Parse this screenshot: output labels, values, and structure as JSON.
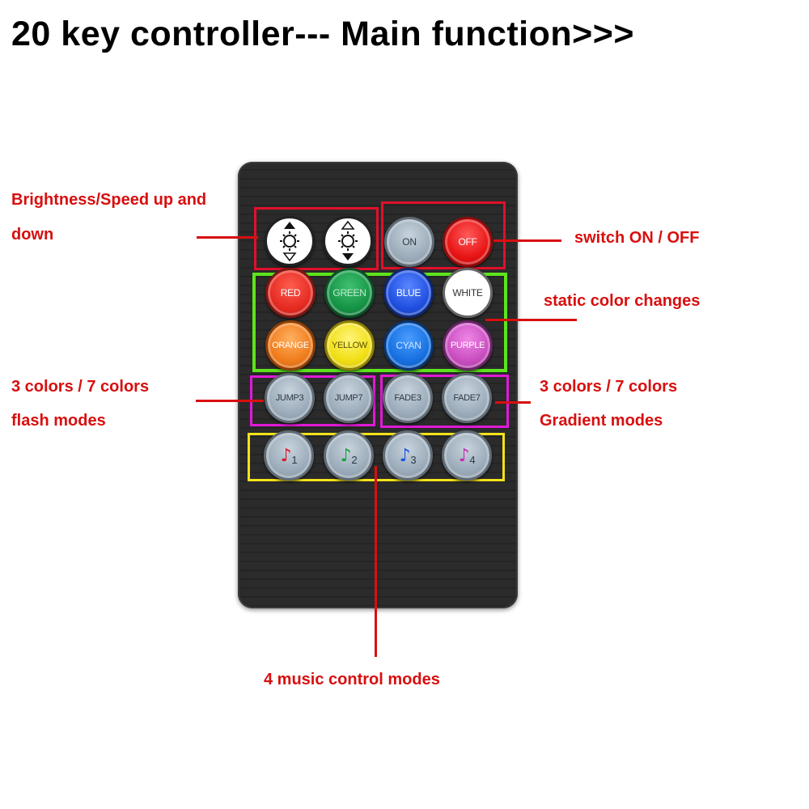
{
  "title": "20 key controller--- Main function>>>",
  "annotations": {
    "brightness_line1": "Brightness/Speed up and",
    "brightness_line2": "down",
    "switch": "switch ON / OFF",
    "static": "static color changes",
    "flash_line1": "3 colors / 7 colors",
    "flash_line2": "flash modes",
    "gradient_line1": "3 colors / 7 colors",
    "gradient_line2": "Gradient modes",
    "music": "4 music control modes"
  },
  "buttons": {
    "brightness_up_icon": "brightness-up-icon",
    "brightness_down_icon": "brightness-down-icon",
    "on": "ON",
    "off": "OFF",
    "red": "RED",
    "green": "GREEN",
    "blue": "BLUE",
    "white": "WHITE",
    "orange": "ORANGE",
    "yellow": "YELLOW",
    "cyan": "CYAN",
    "purple": "PURPLE",
    "jump3": "JUMP3",
    "jump7": "JUMP7",
    "fade3": "FADE3",
    "fade7": "FADE7",
    "music1": "1",
    "music2": "2",
    "music3": "3",
    "music4": "4"
  },
  "colors": {
    "annotation": "#d80f0f",
    "frame_red": "#e0102a",
    "frame_green": "#5de41c",
    "frame_magenta": "#e01ad6",
    "frame_yellow": "#f2e21a"
  }
}
